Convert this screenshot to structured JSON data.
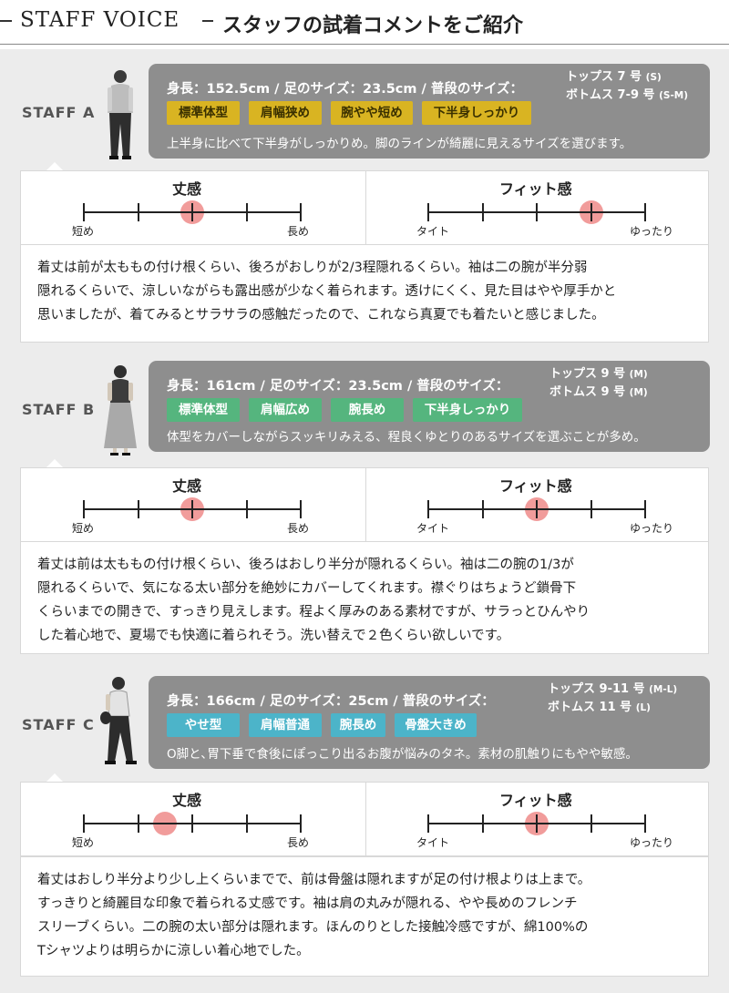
{
  "header": {
    "title": "STAFF VOICE",
    "subtitle": "スタッフの試着コメントをご紹介"
  },
  "colors": {
    "panel": "#ececec",
    "bubble": "#8e8e8e",
    "marker": "#f19c9b",
    "tag_a": "#d9b422",
    "tag_b": "#55b57e",
    "tag_c": "#4cb4c9"
  },
  "staff": [
    {
      "label": "STAFF A",
      "measurements": "身長：152.5cm / 足のサイズ：23.5cm / 普段のサイズ：",
      "tops": "トップス 7 号",
      "tops_size": "(S)",
      "bottoms": "ボトムス 7-9 号",
      "bottoms_size": "(S-M)",
      "tags": [
        "標準体型",
        "肩幅狭め",
        "腕やや短め",
        "下半身しっかり"
      ],
      "description": "上半身に比べて下半身がしっかりめ。脚のラインが綺麗に見えるサイズを選びます。",
      "length_title": "丈感",
      "length_left": "短め",
      "length_right": "長め",
      "length_value": 0.5,
      "fit_title": "フィット感",
      "fit_left": "タイト",
      "fit_right": "ゆったり",
      "fit_value": 0.75,
      "comment": [
        "着丈は前が太ももの付け根くらい、後ろがおしりが2/3程隠れるくらい。袖は二の腕が半分弱",
        "隠れるくらいで、涼しいながらも露出感が少なく着られます。透けにくく、見た目はやや厚手かと",
        "思いましたが、着てみるとサラサラの感触だったので、これなら真夏でも着たいと感じました。"
      ]
    },
    {
      "label": "STAFF B",
      "measurements": "身長：161cm / 足のサイズ：23.5cm / 普段のサイズ：",
      "tops": "トップス 9 号",
      "tops_size": "(M)",
      "bottoms": "ボトムス 9 号",
      "bottoms_size": "(M)",
      "tags": [
        "標準体型",
        "肩幅広め",
        "腕長め",
        "下半身しっかり"
      ],
      "description": "体型をカバーしながらスッキリみえる、程良くゆとりのあるサイズを選ぶことが多め。",
      "length_title": "丈感",
      "length_left": "短め",
      "length_right": "長め",
      "length_value": 0.5,
      "fit_title": "フィット感",
      "fit_left": "タイト",
      "fit_right": "ゆったり",
      "fit_value": 0.5,
      "comment": [
        "着丈は前は太ももの付け根くらい、後ろはおしり半分が隠れるくらい。袖は二の腕の1/3が",
        "隠れるくらいで、気になる太い部分を絶妙にカバーしてくれます。襟ぐりはちょうど鎖骨下",
        "くらいまでの開きで、すっきり見えします。程よく厚みのある素材ですが、サラっとひんやり",
        "した着心地で、夏場でも快適に着られそう。洗い替えで２色くらい欲しいです。"
      ]
    },
    {
      "label": "STAFF C",
      "measurements": "身長：166cm / 足のサイズ：25cm / 普段のサイズ：",
      "tops": "トップス 9-11 号",
      "tops_size": "(M-L)",
      "bottoms": "ボトムス 11 号",
      "bottoms_size": "(L)",
      "tags": [
        "やせ型",
        "肩幅普通",
        "腕長め",
        "骨盤大きめ"
      ],
      "description": "O脚と､胃下垂で食後にぽっこり出るお腹が悩みのタネ。素材の肌触りにもやや敏感。",
      "length_title": "丈感",
      "length_left": "短め",
      "length_right": "長め",
      "length_value": 0.375,
      "fit_title": "フィット感",
      "fit_left": "タイト",
      "fit_right": "ゆったり",
      "fit_value": 0.5,
      "comment": [
        "着丈はおしり半分より少し上くらいまでで、前は骨盤は隠れますが足の付け根よりは上まで。",
        "すっきりと綺麗目な印象で着られる丈感です。袖は肩の丸みが隠れる、やや長めのフレンチ",
        "スリーブくらい。二の腕の太い部分は隠れます。ほんのりとした接触冷感ですが、綿100%の",
        "Tシャツよりは明らかに涼しい着心地でした。"
      ]
    }
  ]
}
